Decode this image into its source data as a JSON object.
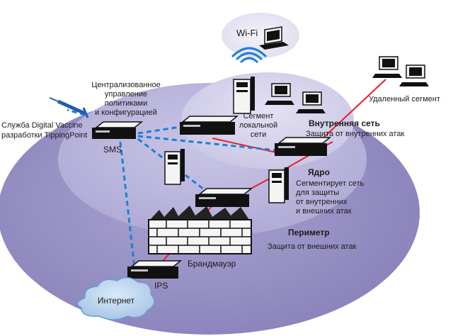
{
  "labels": {
    "wifi": "Wi-Fi",
    "centralized": [
      "Централизованное",
      "управление",
      "политиками",
      "и конфигурацией"
    ],
    "digital_vaccine": [
      "Служба Digital Vaccine",
      "разработки TippingPoint"
    ],
    "sms": "SMS",
    "local_segment": [
      "Сегмент",
      "локальной",
      "сети"
    ],
    "remote_segment": "Удаленный сегмент",
    "internal_title": "Внутренняя сеть",
    "internal_sub": "Защита от внутренних атак",
    "core_title": "Ядро",
    "core_sub": [
      "Сегментирует сеть",
      "для защиты",
      "от внутренних",
      "и внешних атак"
    ],
    "perimeter_title": "Периметр",
    "perimeter_sub": "Защита от внешних атак",
    "firewall": "Брандмауэр",
    "ips": "IPS",
    "internet": "Интернет"
  },
  "colors": {
    "outer_zone": "#8f88bd",
    "middle_zone": "#b7b2d8",
    "inner_zone": "#d4d1ea",
    "dashed_link": "#1f7fd6",
    "red_link": "#e8202a"
  },
  "icons": [
    "syringe-icon",
    "laptop-icon",
    "wifi-signal-icon",
    "server-tower-icon",
    "desktop-pc-icon",
    "ips-appliance-icon",
    "firewall-wall-icon",
    "cloud-icon"
  ]
}
